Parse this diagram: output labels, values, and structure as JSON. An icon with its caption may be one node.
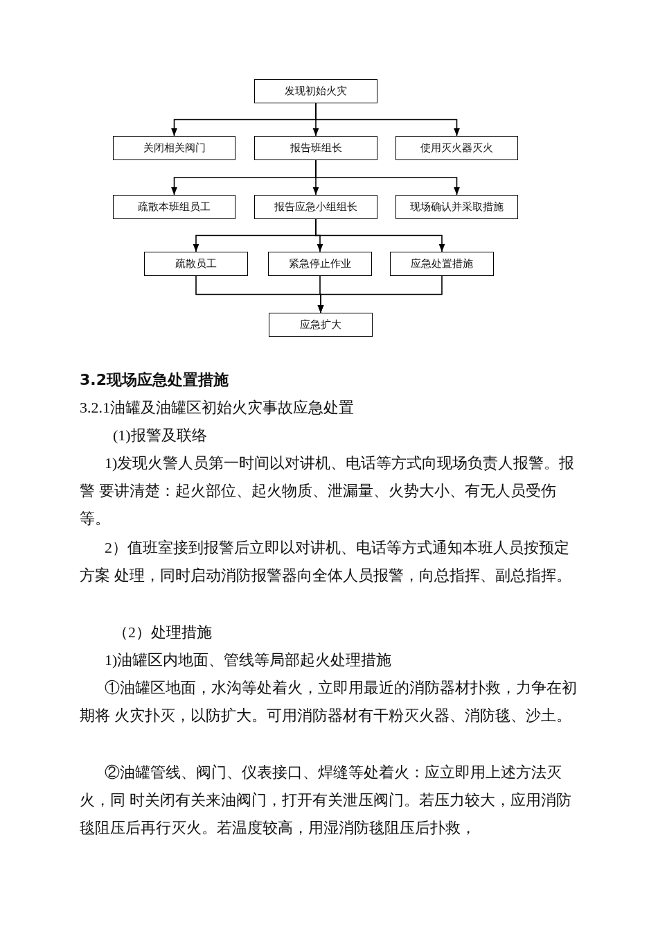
{
  "diagram": {
    "nodes": [
      {
        "text": [
          "发现初始火灾"
        ]
      },
      {
        "text": [
          "关闭相关阀门"
        ]
      },
      {
        "text": [
          "报告班组长"
        ]
      },
      {
        "text": [
          "使用灭火器灭火"
        ]
      },
      {
        "text": [
          "疏散本班组员工"
        ]
      },
      {
        "text": [
          "报告应急小组组长"
        ]
      },
      {
        "text": [
          "现场确认并采取措施"
        ]
      },
      {
        "text": [
          "疏散员工"
        ]
      },
      {
        "text": [
          "紧急停止作业"
        ]
      },
      {
        "text": [
          "应急处置措施"
        ]
      },
      {
        "text": [
          "应急扩大"
        ]
      }
    ],
    "edges": [
      {
        "from": 0,
        "to": 1,
        "arrow": "to"
      },
      {
        "from": 0,
        "to": 2,
        "arrow": "to"
      },
      {
        "from": 0,
        "to": 3,
        "arrow": "to"
      },
      {
        "from": 2,
        "to": 4,
        "arrow": "to"
      },
      {
        "from": 2,
        "to": 5,
        "arrow": "to"
      },
      {
        "from": 2,
        "to": 6,
        "arrow": "to"
      },
      {
        "from": 5,
        "to": 7,
        "arrow": "to"
      },
      {
        "from": 5,
        "to": 8,
        "arrow": "to"
      },
      {
        "from": 5,
        "to": 9,
        "arrow": "to"
      },
      {
        "from": 7,
        "to": 10,
        "arrow": "to"
      },
      {
        "from": 8,
        "to": 10,
        "arrow": "to"
      },
      {
        "from": 9,
        "to": 10,
        "arrow": "to"
      }
    ],
    "labels": [
      "3.2现场应急处置措施",
      "3.2.1油罐及油罐区初始火灾事故应急处置",
      "(1)报警及联络",
      "1)发现火警人员第一时间以对讲机、电话等方式向现场负责人报警。报警 要讲清楚：起火部位、起火物质、泄漏量、火势大小、有无人员受伤等。",
      "2）值班室接到报警后立即以对讲机、电话等方式通知本班人员按预定方案 处理，同时启动消防报警器向全体人员报警，向总指挥、副总指挥。",
      "（2）处理措施",
      "1)油罐区内地面、管线等局部起火处理措施",
      "①油罐区地面，水沟等处着火，立即用最近的消防器材扑救，力争在初期将 火灾扑灭，以防扩大。可用消防器材有干粉灭火器、消防毯、沙土。",
      "②油罐管线、阀门、仪表接口、焊缝等处着火：应立即用上述方法灭火，同 时关闭有关来油阀门，打开有关泄压阀门。若压力较大，应用消防毯阻压后再行灭火。若温度较高，用湿消防毯阻压后扑救，"
    ]
  }
}
